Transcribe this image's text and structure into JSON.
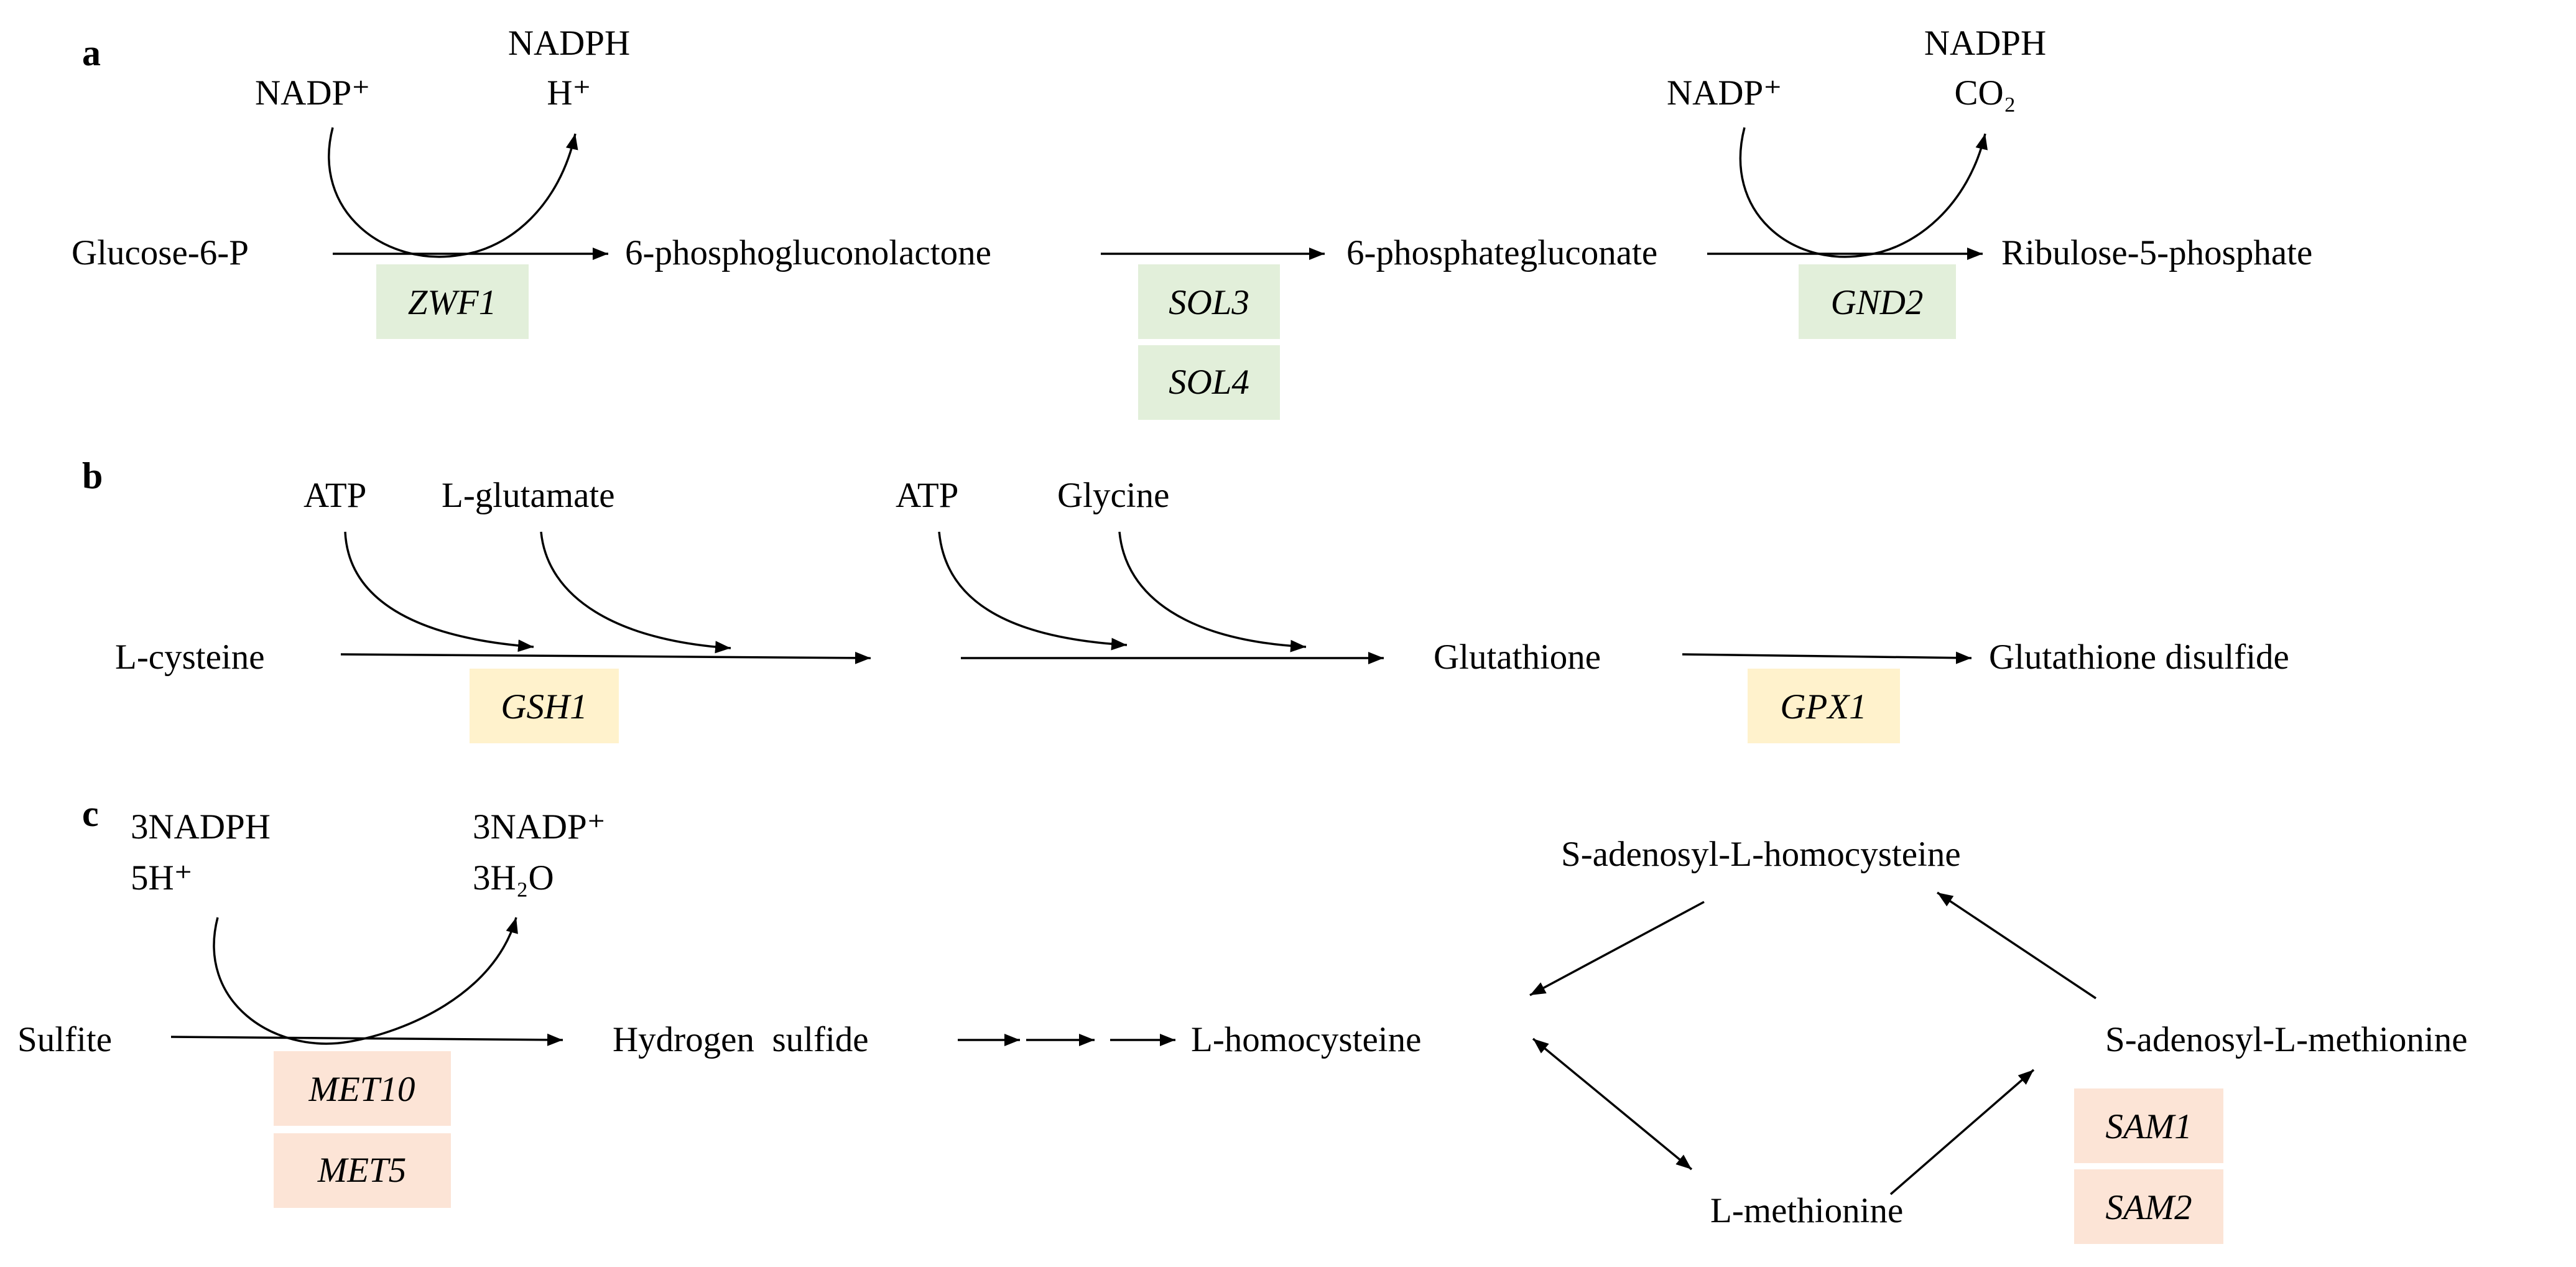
{
  "panels": {
    "a": {
      "letter": "a",
      "glucose_6_p": "Glucose-6-P",
      "phosphogluconolactone": "6-phosphogluconolactone",
      "phosphategluconate": "6-phosphategluconate",
      "ribulose_5_phosphate": "Ribulose-5-phosphate",
      "cofactor_1_in": "NADP⁺",
      "cofactor_1_out_line1": "NADPH",
      "cofactor_1_out_line2": "H⁺",
      "cofactor_2_in": "NADP⁺",
      "cofactor_2_out_line1": "NADPH",
      "cofactor_2_out_line2": "CO₂",
      "genes": {
        "zwf1": "ZWF1",
        "sol3": "SOL3",
        "sol4": "SOL4",
        "gnd2": "GND2"
      }
    },
    "b": {
      "letter": "b",
      "l_cysteine": "L-cysteine",
      "atp_1": "ATP",
      "l_glutamate": "L-glutamate",
      "atp_2": "ATP",
      "glycine": "Glycine",
      "glutathione": "Glutathione",
      "glutathione_disulfide": "Glutathione disulfide",
      "genes": {
        "gsh1": "GSH1",
        "gpx1": "GPX1"
      }
    },
    "c": {
      "letter": "c",
      "sulfite": "Sulfite",
      "cofactor_in_line1": "3NADPH",
      "cofactor_in_line2": "5H⁺",
      "cofactor_out_line1": "3NADP⁺",
      "cofactor_out_line2": "3H₂O",
      "hydrogen_sulfide": "Hydrogen  sulfide",
      "l_homocysteine": "L-homocysteine",
      "s_adenosyl_l_homocysteine": "S-adenosyl-L-homocysteine",
      "s_adenosyl_l_methionine": "S-adenosyl-L-methionine",
      "l_methionine": "L-methionine",
      "genes": {
        "met10": "MET10",
        "met5": "MET5",
        "sam1": "SAM1",
        "sam2": "SAM2"
      }
    }
  },
  "colors": {
    "pentose_phosphate_gene_box": "#e2efda",
    "glutathione_gene_box": "#fff2cc",
    "sulfur_gene_box": "#fce4d6",
    "line": "#000000"
  }
}
